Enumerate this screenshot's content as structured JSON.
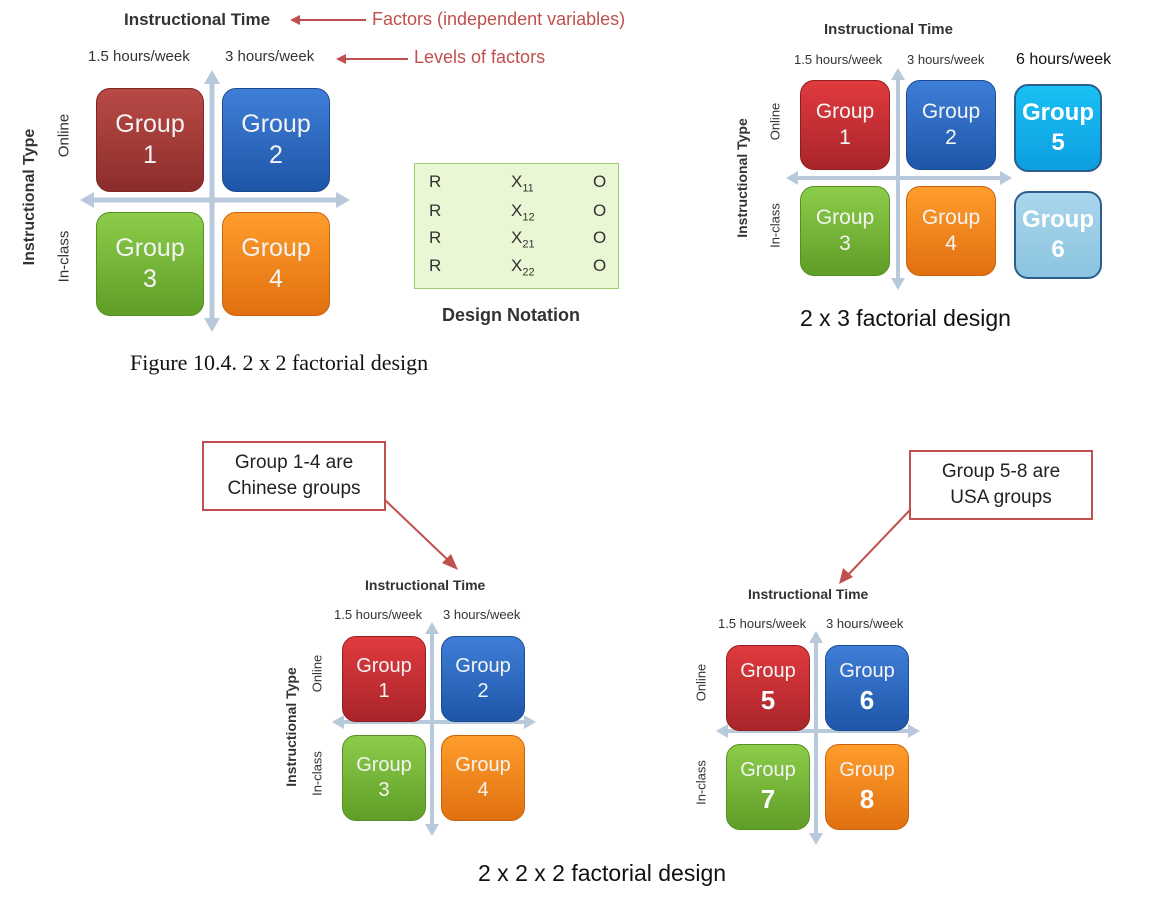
{
  "diagram_1": {
    "factor_header": "Instructional Time",
    "factors_note": "Factors (independent variables)",
    "levels_note": "Levels of factors",
    "col_levels": [
      "1.5 hours/week",
      "3 hours/week"
    ],
    "row_factor": "Instructional Type",
    "row_levels": [
      "Online",
      "In-class"
    ],
    "groups": [
      {
        "word": "Group",
        "num": "1"
      },
      {
        "word": "Group",
        "num": "2"
      },
      {
        "word": "Group",
        "num": "3"
      },
      {
        "word": "Group",
        "num": "4"
      }
    ],
    "notation": {
      "rows": [
        {
          "r": "R",
          "x": "X",
          "sub": "11",
          "o": "O"
        },
        {
          "r": "R",
          "x": "X",
          "sub": "12",
          "o": "O"
        },
        {
          "r": "R",
          "x": "X",
          "sub": "21",
          "o": "O"
        },
        {
          "r": "R",
          "x": "X",
          "sub": "22",
          "o": "O"
        }
      ],
      "label": "Design Notation"
    },
    "figure_caption": "Figure 10.4.  2 x 2 factorial design"
  },
  "diagram_2": {
    "factor_header": "Instructional Time",
    "col_levels": [
      "1.5 hours/week",
      "3 hours/week",
      "6 hours/week"
    ],
    "row_factor": "Instructional Type",
    "row_levels": [
      "Online",
      "In-class"
    ],
    "groups": [
      {
        "word": "Group",
        "num": "1"
      },
      {
        "word": "Group",
        "num": "2"
      },
      {
        "word": "Group",
        "num": "5"
      },
      {
        "word": "Group",
        "num": "3"
      },
      {
        "word": "Group",
        "num": "4"
      },
      {
        "word": "Group",
        "num": "6"
      }
    ],
    "caption": "2 x 3 factorial design"
  },
  "diagram_3": {
    "callout_left": [
      "Group 1-4 are",
      "Chinese groups"
    ],
    "callout_right": [
      "Group 5-8 are",
      "USA groups"
    ],
    "left": {
      "factor_header": "Instructional Time",
      "col_levels": [
        "1.5 hours/week",
        "3 hours/week"
      ],
      "row_factor": "Instructional Type",
      "row_levels": [
        "Online",
        "In-class"
      ],
      "groups": [
        {
          "word": "Group",
          "num": "1"
        },
        {
          "word": "Group",
          "num": "2"
        },
        {
          "word": "Group",
          "num": "3"
        },
        {
          "word": "Group",
          "num": "4"
        }
      ]
    },
    "right": {
      "factor_header": "Instructional Time",
      "col_levels": [
        "1.5 hours/week",
        "3 hours/week"
      ],
      "row_levels": [
        "Online",
        "In-class"
      ],
      "groups": [
        {
          "word": "Group",
          "num": "5"
        },
        {
          "word": "Group",
          "num": "6"
        },
        {
          "word": "Group",
          "num": "7"
        },
        {
          "word": "Group",
          "num": "8"
        }
      ]
    },
    "caption": "2 x 2 x 2 factorial design"
  },
  "colors": {
    "red": "#c0504d",
    "tile_red": "#c8302f",
    "tile_blue": "#2e6bc6",
    "tile_green": "#78b83a",
    "tile_orange": "#f5861c",
    "tile_cyan": "#10b0ea",
    "tile_light_blue": "#9acde6",
    "notation_bg": "#eaf7d4"
  }
}
